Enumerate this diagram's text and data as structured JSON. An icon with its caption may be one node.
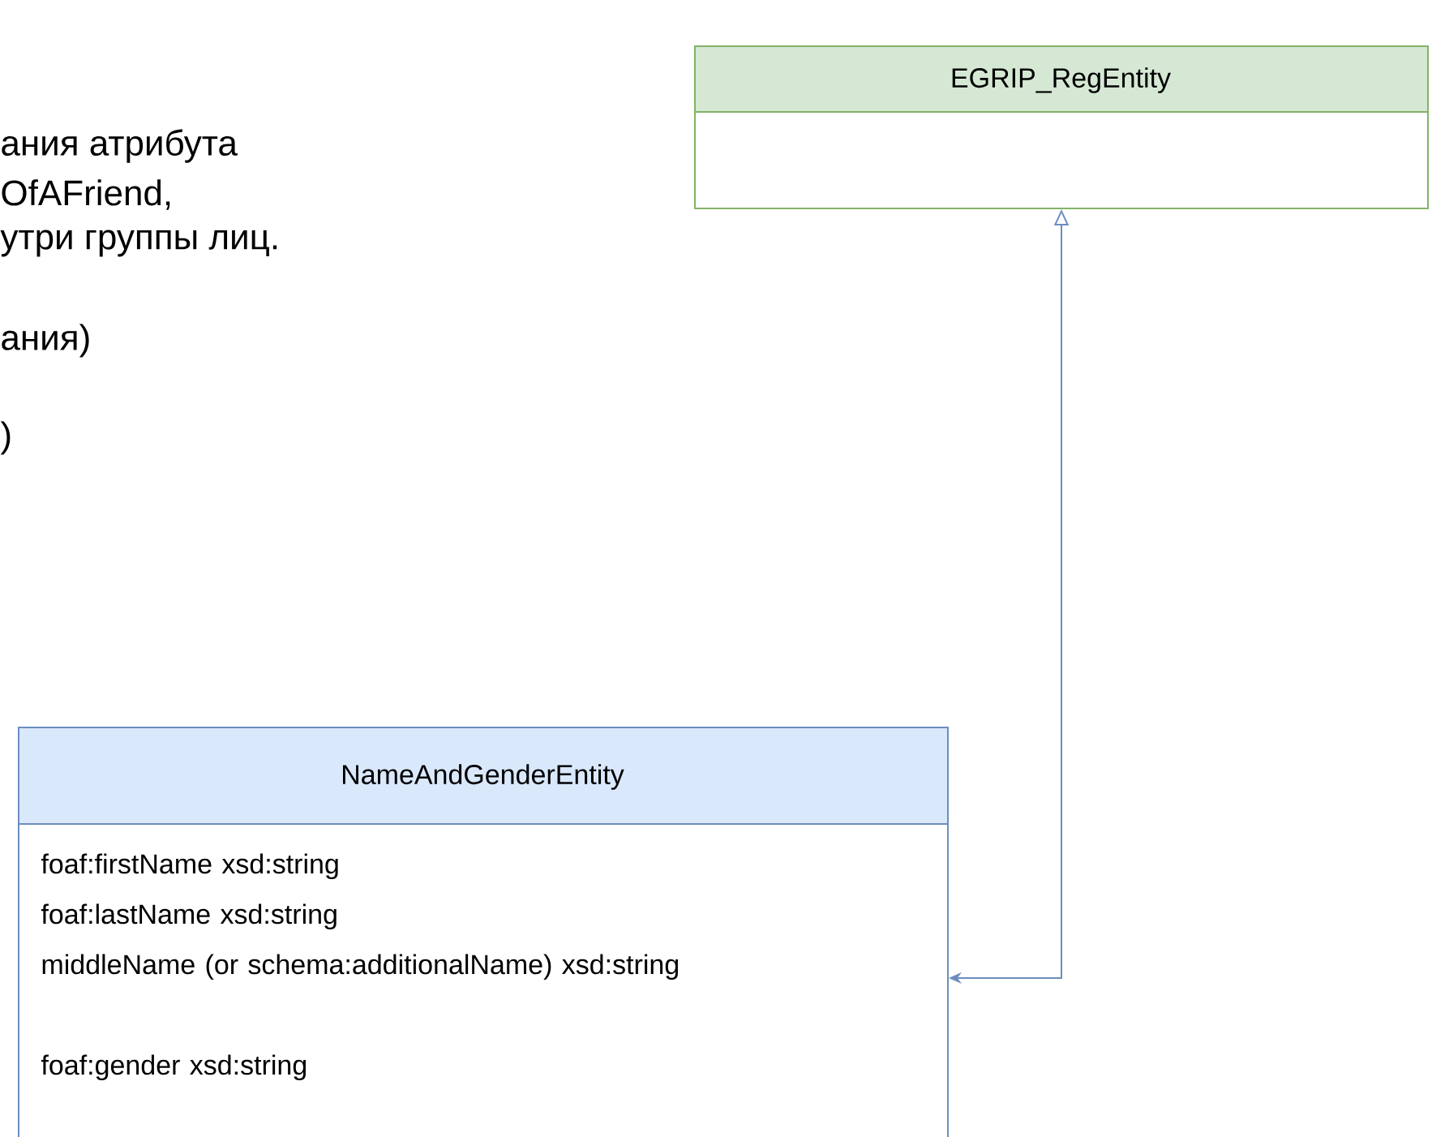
{
  "diagram": {
    "nodes": [
      {
        "text": [
          "EGRIP_RegEntity"
        ]
      },
      {
        "text": [
          "NameAndGenderEntity",
          "foaf:firstName xsd:string",
          "foaf:lastName xsd:string",
          "middleName (or schema:additionalName) xsd:string",
          "foaf:gender xsd:string"
        ]
      }
    ],
    "edges": [
      {
        "from": 1,
        "to": 0,
        "arrow": "both"
      }
    ],
    "labels": [
      "ания атрибута",
      "OfAFriend,",
      "утри группы лиц.",
      "ания)",
      ")"
    ]
  }
}
